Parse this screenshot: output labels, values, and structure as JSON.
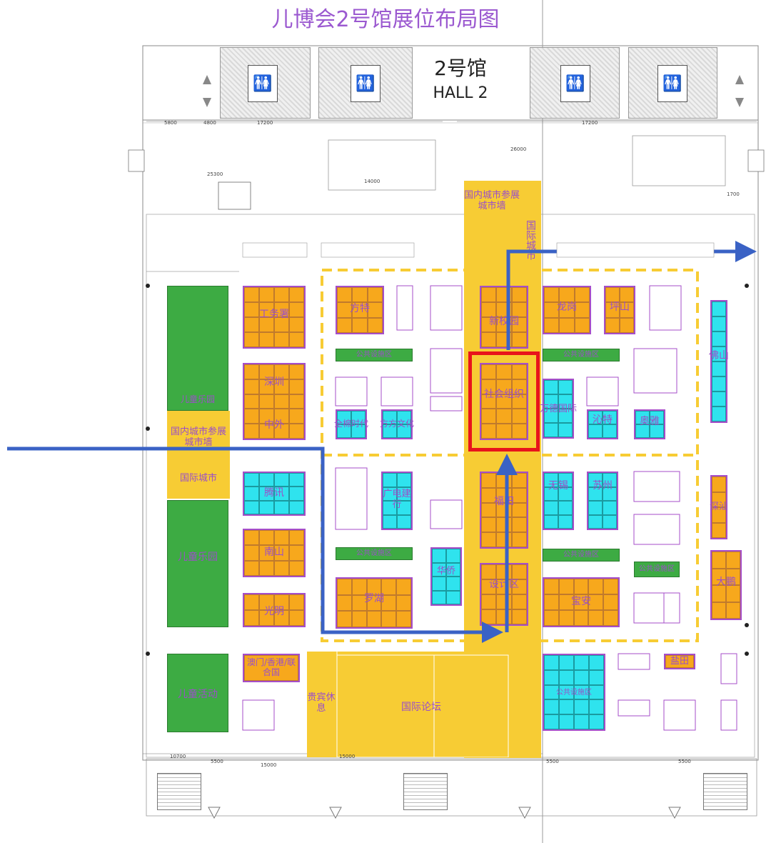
{
  "title": "儿博会2号馆展位布局图",
  "hall": {
    "cn": "2号馆",
    "en": "HALL 2"
  },
  "colors": {
    "orange": "#f7a81c",
    "cyan": "#2fe3ee",
    "green": "#3dab43",
    "yellow": "#f7cc34",
    "purple": "#9b4fc8",
    "blue_route": "#3a62c5",
    "red_highlight": "#e8141b"
  },
  "zones": {
    "guoji_chengshi": "国际城市",
    "guonei_wall_top": "国内城市参展城市墙",
    "guonei_wall_left": "国内城市参展城市墙",
    "guoji_chengshi_left": "国际城市",
    "ertong_leyuan_top": "儿童乐园",
    "ertong_leyuan": "儿童乐园",
    "ertong_huodong": "儿童活动",
    "guibin_xiuxi": "贵宾休息",
    "guoji_luntan": "国际论坛",
    "macau_hk_un": "澳门/香港/联合国"
  },
  "booth_groups": {
    "gongwushu": "工务署",
    "shenzhen": "深圳",
    "zhongwai": "中外",
    "tenggui": "腾讯",
    "nanshan": "南山",
    "guangming": "光明",
    "fangte": "方特",
    "quanmian_shidai": "全棉时代",
    "fangfang_wenhua": "方方文化",
    "guangdian_jianxing": "广电建行",
    "luohu": "罗湖",
    "futian": "福田",
    "xinxiao_yuan": "新校园",
    "shehui_zuzhi": "社会组织",
    "sheji_zi": "设计区",
    "xingang_a": "华侨",
    "longgang": "龙岗",
    "pingshan": "坪山",
    "wande_guoji": "万德国际",
    "qinte": "沁特",
    "aoya": "奥雅",
    "wuxi": "无锡",
    "suzhou": "苏州",
    "baoan": "宝安",
    "foshan": "佛山",
    "shenshan": "深汕",
    "dapeng": "大鹏",
    "yantian": "盐田"
  },
  "strips": {
    "w7": "公共设施区",
    "w19": "公共设施区",
    "e4": "公共设施区",
    "e13": "公共设施区",
    "e14": "公共设施区",
    "n_block": "公共设施区"
  },
  "icons": [
    "restroom-icon",
    "route-arrow-icon",
    "stairs-icon"
  ]
}
